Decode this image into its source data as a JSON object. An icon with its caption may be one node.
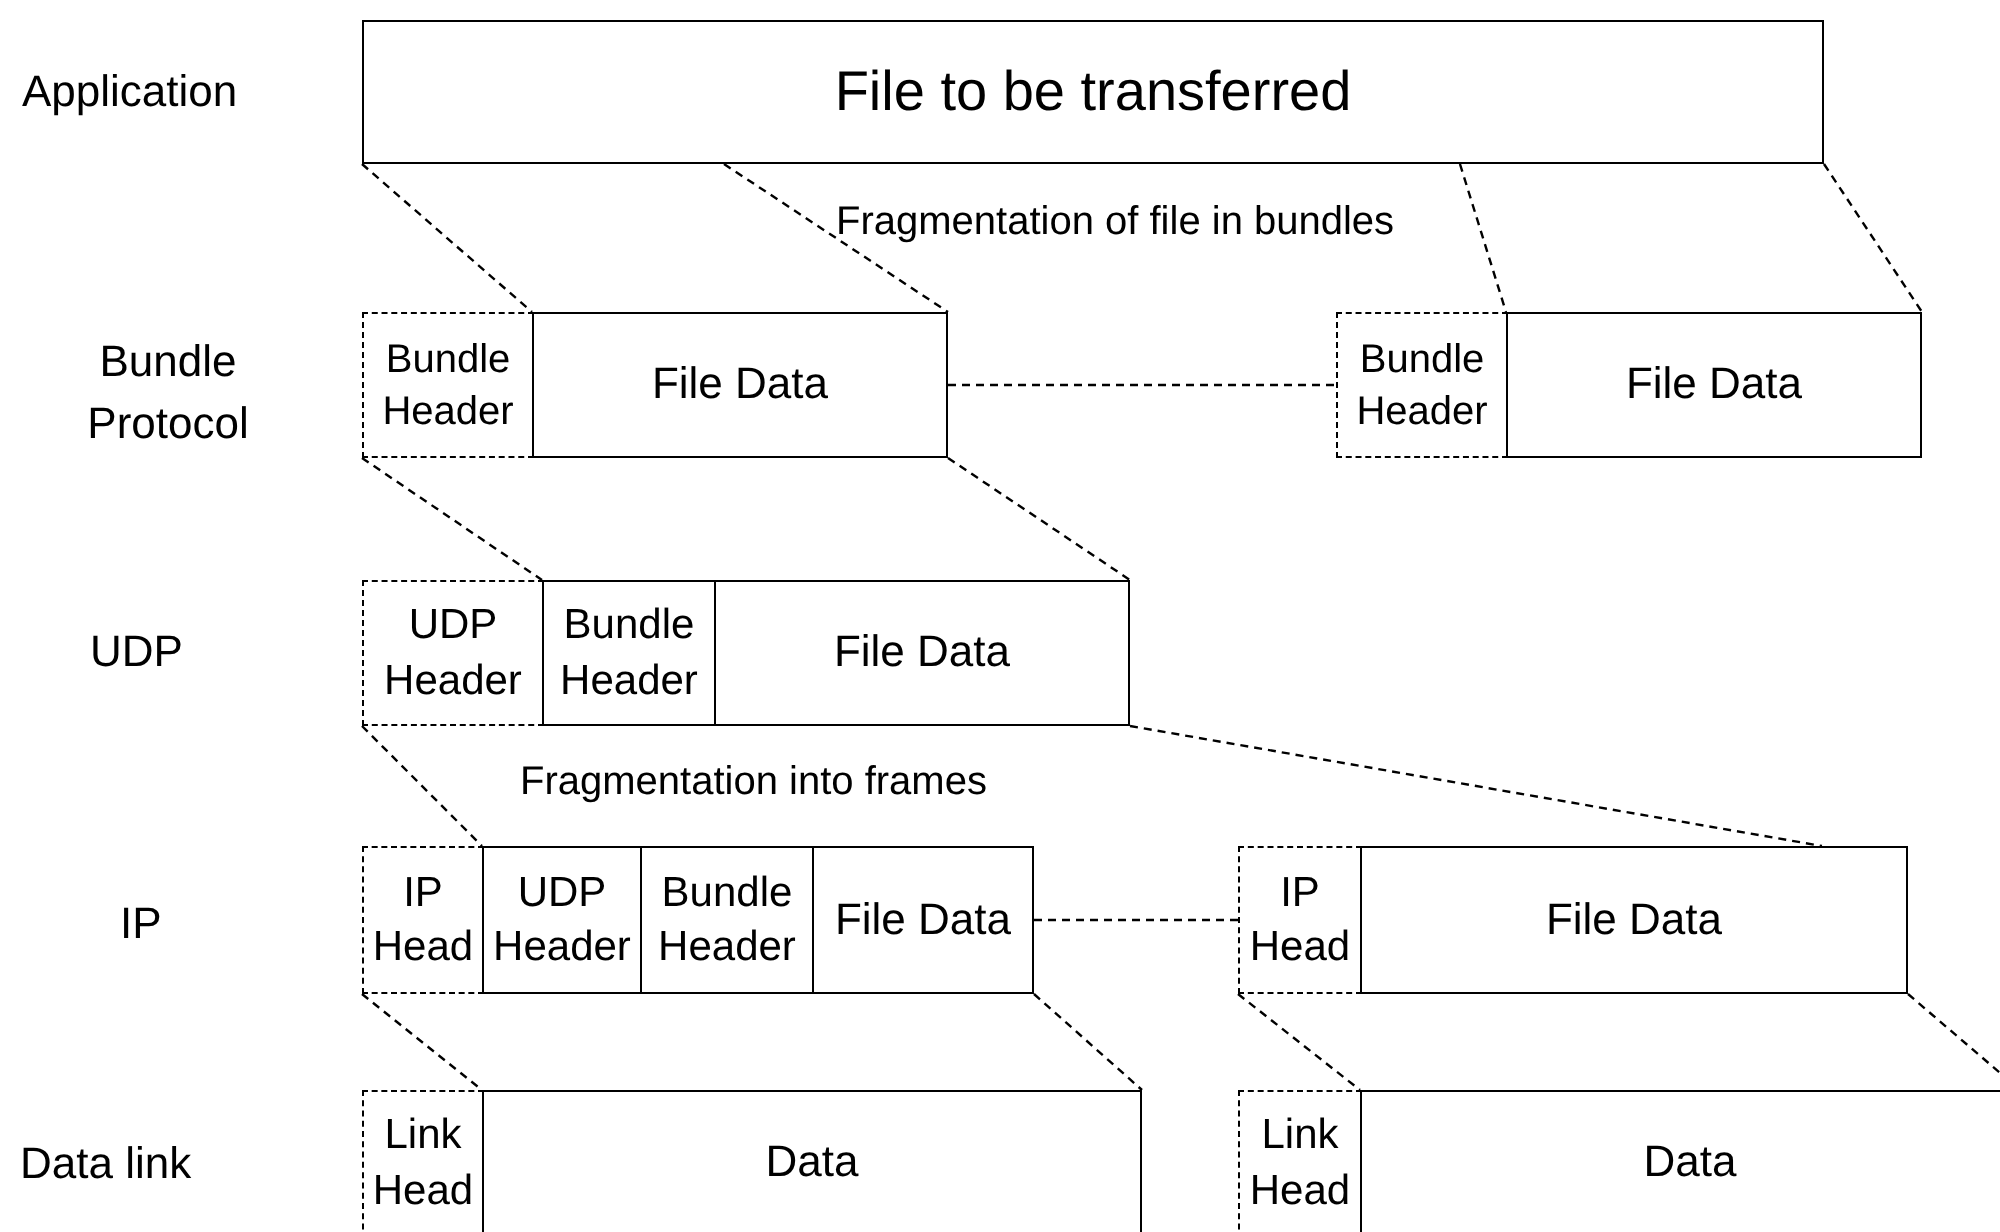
{
  "diagram": {
    "nodes": [
      {
        "text": [
          "File to be transferred"
        ]
      },
      {
        "text": [
          "Bundle Header"
        ]
      },
      {
        "text": [
          "File Data"
        ]
      },
      {
        "text": [
          "Bundle Header"
        ]
      },
      {
        "text": [
          "File Data"
        ]
      },
      {
        "text": [
          "UDP Header"
        ]
      },
      {
        "text": [
          "Bundle Header"
        ]
      },
      {
        "text": [
          "File Data"
        ]
      },
      {
        "text": [
          "IP Head"
        ]
      },
      {
        "text": [
          "UDP Header"
        ]
      },
      {
        "text": [
          "Bundle Header"
        ]
      },
      {
        "text": [
          "File Data"
        ]
      },
      {
        "text": [
          "IP Head"
        ]
      },
      {
        "text": [
          "File Data"
        ]
      },
      {
        "text": [
          "Link Head"
        ]
      },
      {
        "text": [
          "Data"
        ]
      },
      {
        "text": [
          "Link Head"
        ]
      },
      {
        "text": [
          "Data"
        ]
      }
    ],
    "edges": [
      {
        "from": 0,
        "to": 2,
        "arrow": "none",
        "style": "dashed"
      },
      {
        "from": 0,
        "to": 2,
        "arrow": "none",
        "style": "dashed"
      },
      {
        "from": 0,
        "to": 4,
        "arrow": "none",
        "style": "dashed"
      },
      {
        "from": 0,
        "to": 4,
        "arrow": "none",
        "style": "dashed"
      },
      {
        "from": 2,
        "to": 3,
        "arrow": "none",
        "style": "dashed"
      },
      {
        "from": 1,
        "to": 6,
        "arrow": "none",
        "style": "dashed"
      },
      {
        "from": 2,
        "to": 7,
        "arrow": "none",
        "style": "dashed"
      },
      {
        "from": 5,
        "to": 9,
        "arrow": "none",
        "style": "dashed"
      },
      {
        "from": 7,
        "to": 13,
        "arrow": "none",
        "style": "dashed"
      },
      {
        "from": 11,
        "to": 12,
        "arrow": "none",
        "style": "dashed"
      },
      {
        "from": 8,
        "to": 15,
        "arrow": "none",
        "style": "dashed"
      },
      {
        "from": 11,
        "to": 15,
        "arrow": "none",
        "style": "dashed"
      },
      {
        "from": 12,
        "to": 17,
        "arrow": "none",
        "style": "dashed"
      },
      {
        "from": 13,
        "to": 17,
        "arrow": "none",
        "style": "dashed"
      }
    ],
    "labels": [
      "Application",
      "Fragmentation of file in bundles",
      "Bundle Protocol",
      "UDP",
      "Fragmentation into frames",
      "IP",
      "Data link"
    ]
  }
}
